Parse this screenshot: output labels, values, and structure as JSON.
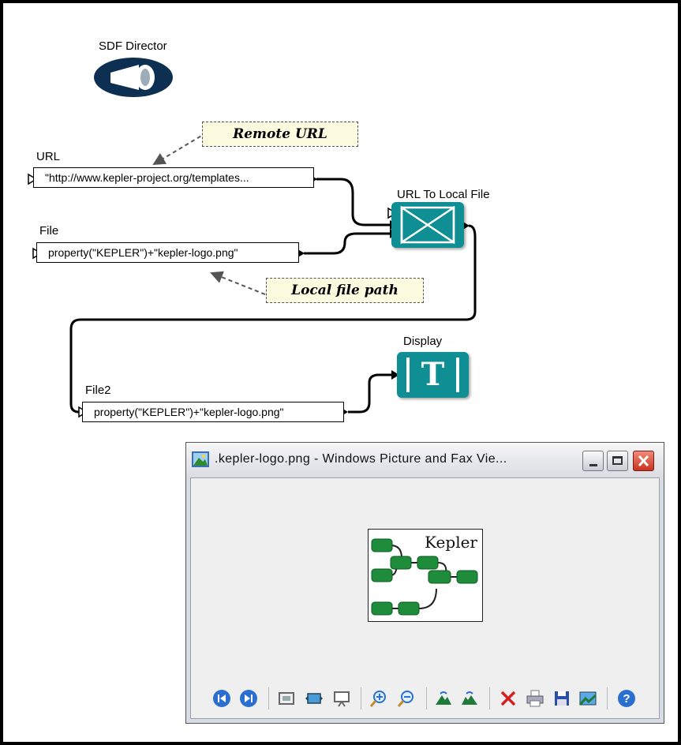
{
  "director": {
    "label": "SDF Director"
  },
  "params": {
    "url": {
      "label": "URL",
      "value": "\"http://www.kepler-project.org/templates..."
    },
    "file": {
      "label": "File",
      "value": "property(\"KEPLER\")+\"kepler-logo.png\""
    },
    "file2": {
      "label": "File2",
      "value": "property(\"KEPLER\")+\"kepler-logo.png\""
    }
  },
  "notes": {
    "remote": "Remote URL",
    "local": "Local file path"
  },
  "actors": {
    "url_to_local": {
      "label": "URL To Local File"
    },
    "display": {
      "label": "Display",
      "glyph": "T"
    }
  },
  "viewer": {
    "title": ".kepler-logo.png - Windows Picture and Fax Vie...",
    "logo_text": "Kepler",
    "toolbar": [
      "previous-image-icon",
      "next-image-icon",
      "best-fit-icon",
      "actual-size-icon",
      "slideshow-icon",
      "zoom-in-icon",
      "zoom-out-icon",
      "rotate-clockwise-icon",
      "rotate-counterclockwise-icon",
      "delete-icon",
      "print-icon",
      "save-icon",
      "edit-icon",
      "help-icon"
    ]
  },
  "colors": {
    "actor": "#0f8f93",
    "director": "#0c2f52",
    "note_bg": "#fdfbdf",
    "logo_green": "#1e8c3a"
  }
}
